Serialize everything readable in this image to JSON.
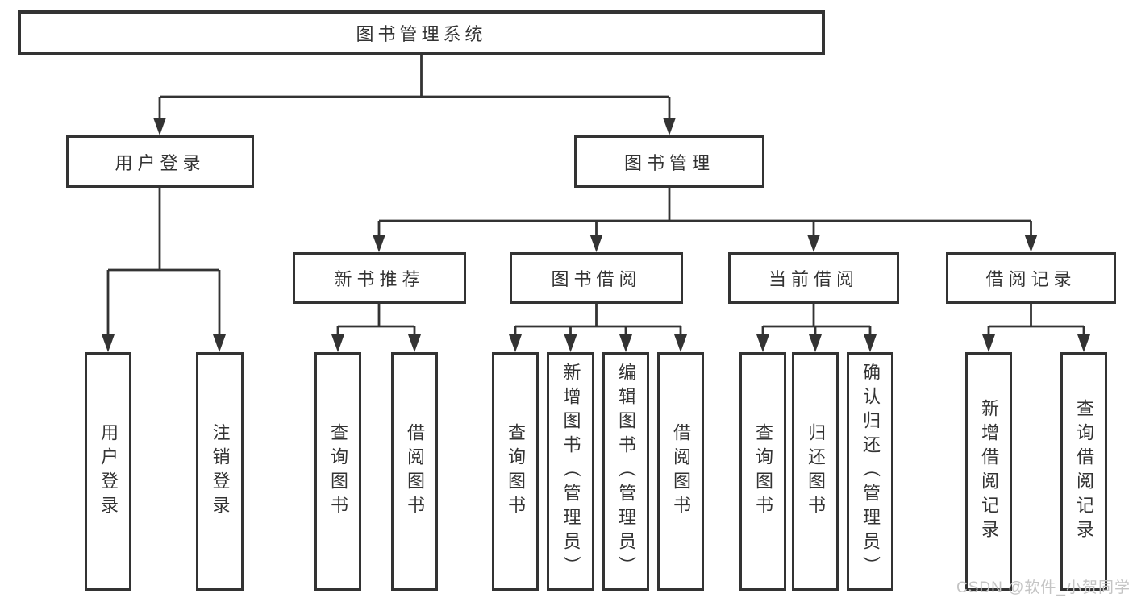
{
  "tree": {
    "label": "图书管理系统",
    "children": [
      {
        "label": "用户登录",
        "children": [
          {
            "label": "用户登录"
          },
          {
            "label": "注销登录"
          }
        ]
      },
      {
        "label": "图书管理",
        "children": [
          {
            "label": "新书推荐",
            "children": [
              {
                "label": "查询图书"
              },
              {
                "label": "借阅图书"
              }
            ]
          },
          {
            "label": "图书借阅",
            "children": [
              {
                "label": "查询图书"
              },
              {
                "label": "新增图书（管理员）"
              },
              {
                "label": "编辑图书（管理员）"
              },
              {
                "label": "借阅图书"
              }
            ]
          },
          {
            "label": "当前借阅",
            "children": [
              {
                "label": "查询图书"
              },
              {
                "label": "归还图书"
              },
              {
                "label": "确认归还（管理员）"
              }
            ]
          },
          {
            "label": "借阅记录",
            "children": [
              {
                "label": "新增借阅记录"
              },
              {
                "label": "查询借阅记录"
              }
            ]
          }
        ]
      }
    ]
  },
  "watermark": {
    "text": "CSDN @软件_小贺同学"
  },
  "colors": {
    "line": "#333333",
    "border": "#333333",
    "text": "#333333",
    "background": "#ffffff",
    "watermark": "#c4c4c4"
  }
}
